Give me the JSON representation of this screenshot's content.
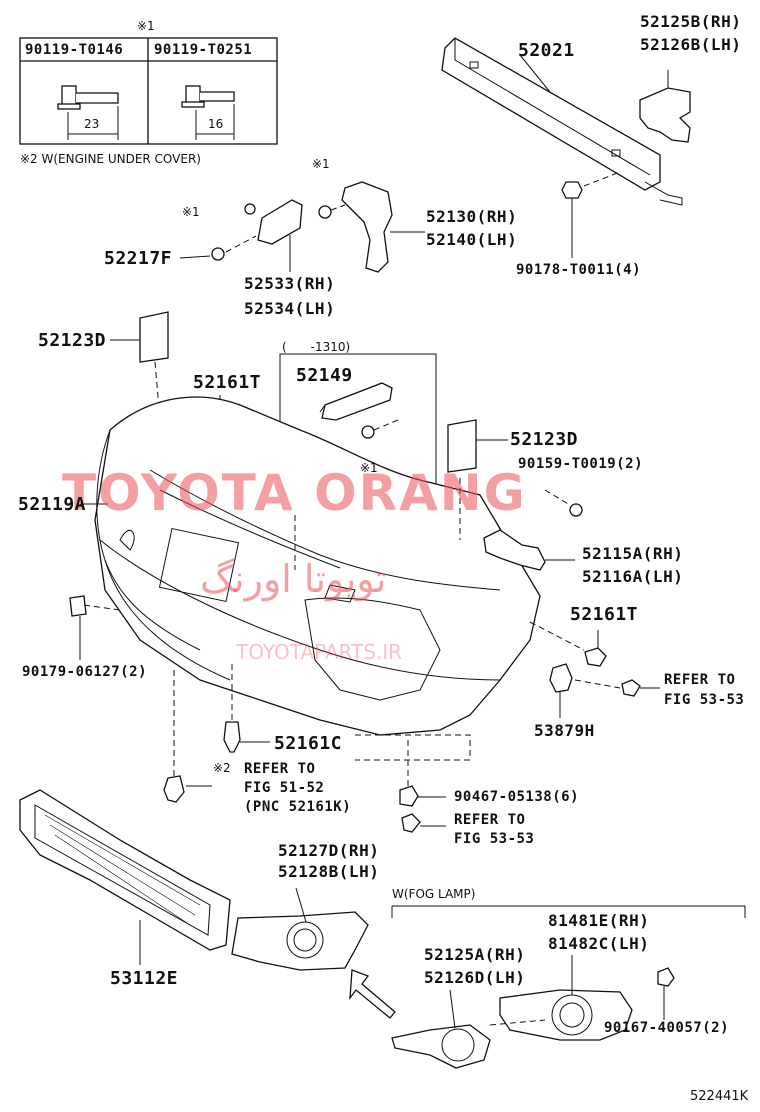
{
  "diagram": {
    "figure_code": "522441K",
    "watermark": {
      "primary": "TOYOTA ORANG",
      "arabic": "تويوتا اورنگ",
      "site": "TOYOTAPARTS.IR",
      "color": "#eb505a"
    },
    "table": {
      "note_mark": "※1",
      "col1": "90119-T0146",
      "col2": "90119-T0251",
      "dim1": "23",
      "dim2": "16"
    },
    "notes": {
      "w_engine_under_cover": "※2 W(ENGINE UNDER COVER)",
      "mark1": "※1",
      "mark2": "※2",
      "range_1310": "(　　-1310)",
      "w_fog_lamp": "W(FOG LAMP)"
    },
    "labels": {
      "p52021": "52021",
      "p52125b": "52125B(RH)",
      "p52126b": "52126B(LH)",
      "p52130": "52130(RH)",
      "p52140": "52140(LH)",
      "p90178": "90178-T0011(4)",
      "p52217f": "52217F",
      "p52533": "52533(RH)",
      "p52534": "52534(LH)",
      "p52123d_a": "52123D",
      "p52149": "52149",
      "p52161t_a": "52161T",
      "p52123d_b": "52123D",
      "p90159": "90159-T0019(2)",
      "p52119a": "52119A",
      "p52115a": "52115A(RH)",
      "p52116a": "52116A(LH)",
      "p52161t_b": "52161T",
      "p90179": "90179-06127(2)",
      "p53879h": "53879H",
      "p52161c": "52161C",
      "p90467": "90467-05138(6)",
      "p52127d": "52127D(RH)",
      "p52128b": "52128B(LH)",
      "p53112e": "53112E",
      "p81481e": "81481E(RH)",
      "p81482c": "81482C(LH)",
      "p52125a": "52125A(RH)",
      "p52126d": "52126D(LH)",
      "p90167": "90167-40057(2)"
    },
    "refers": {
      "r1_a": "REFER TO",
      "r1_b": "FIG 53-53",
      "r2_a": "REFER TO",
      "r2_b": "FIG 51-52",
      "r2_c": "(PNC 52161K)",
      "r3_a": "REFER TO",
      "r3_b": "FIG 53-53"
    }
  }
}
